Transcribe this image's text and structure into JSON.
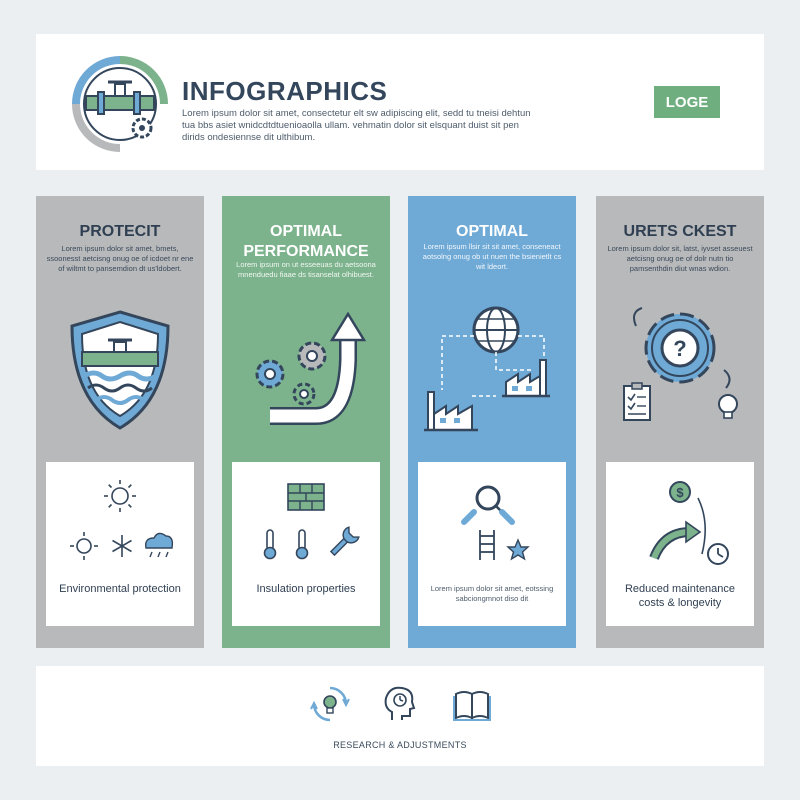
{
  "header": {
    "title": "INFOGRAPHICS",
    "subtitle": "Lorem ipsum dolor sit amet, consectetur elt sw adipiscing elit, sedd tu tneisi dehtun tua bbs asiet wnidcdtdtuenioaolla ullam. vehmatin dolor sit elsquant duist sit pen dirids ondesiennse dit ulthibum.",
    "logo_button": "LOGE",
    "logo_icon": "pipe-valve-gear-logo-icon"
  },
  "columns": [
    {
      "title": "PROTECIT",
      "description": "Lorem ipsum dolor sit amet, bmets, ssoonesst aetcisng onug oe of icdoet nr ene of wiltmt to pansemdion dt us'ldobert.",
      "color": "#b8b9ba",
      "title_color": "#2f3f52",
      "art_icon": "shield-pipe-waves-icon",
      "card_label": "Environmental protection",
      "card_icons": [
        "sun-icon",
        "sun-icon",
        "snowflake-icon",
        "rain-cloud-icon"
      ]
    },
    {
      "title": "OPTIMAL PERFORMANCE",
      "description": "Lorem ipsum on ut esseeuas du aetsoona mnenduedu fiaae ds tisanselat olhibuest.",
      "color": "#7cb38c",
      "title_color": "#ffffff",
      "art_icon": "gears-arrow-up-icon",
      "card_label": "Insulation properties",
      "card_icons": [
        "brick-wall-icon",
        "thermometer-icon",
        "thermometer-icon",
        "wrench-icon"
      ]
    },
    {
      "title": "OPTIMAL",
      "description": "Lorem ipsum llsir sit sit amet, conseneact aotsolng onug ob ut nuen the bsienietlt cs wit ldeort.",
      "color": "#6fa9d6",
      "title_color": "#ffffff",
      "art_icon": "globe-factories-network-icon",
      "card_label": "Lorem ipsum dolor sit amet, eotssing sabciongmnot diso dit",
      "card_icons": [
        "magnifier-icon",
        "ladder-icon",
        "star-icon"
      ]
    },
    {
      "title": "URETS CKEST",
      "description": "Lorem ipsum dolor sit, latst, iyvset asseuest aetcisng onug oe of dolr nutn tio pamsenthdin diut wnas wdion.",
      "color": "#b8b9ba",
      "title_color": "#2f3f52",
      "art_icon": "gear-question-icon",
      "card_label": "Reduced maintenance costs & longevity",
      "card_icons": [
        "dollar-coin-icon",
        "growth-arrow-icon",
        "clock-icon"
      ]
    }
  ],
  "footer": {
    "label": "RESEARCH & ADJUSTMENTS",
    "icons": [
      "lightbulb-cycle-icon",
      "head-clock-icon",
      "open-book-icon"
    ]
  }
}
